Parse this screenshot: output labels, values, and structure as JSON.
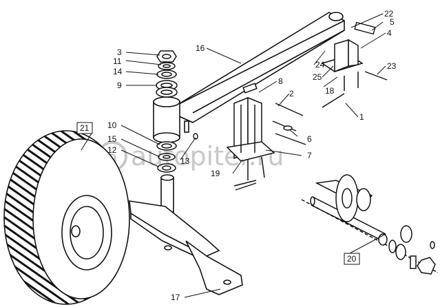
{
  "watermark": "autopiter.ru",
  "callouts": {
    "c1": "1",
    "c2": "2",
    "c3": "3",
    "c4": "4",
    "c5": "5",
    "c6": "6",
    "c7": "7",
    "c8": "8",
    "c9": "9",
    "c10": "10",
    "c11": "11",
    "c12": "12",
    "c13": "13",
    "c14": "14",
    "c15": "15",
    "c16": "16",
    "c17": "17",
    "c18": "18",
    "c19": "19",
    "c20": "20",
    "c21": "21",
    "c22": "22",
    "c23": "23",
    "c24": "24",
    "c25": "25"
  },
  "colors": {
    "ink": "#111111",
    "watermark": "#c8c8c8",
    "paper": "#ffffff"
  }
}
